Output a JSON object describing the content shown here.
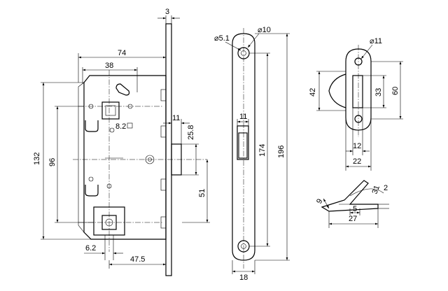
{
  "dimensions": {
    "top_thickness": "3",
    "width_74": "74",
    "width_38": "38",
    "height_132": "132",
    "spacing_96": "96",
    "small_82": "8.2",
    "width_11": "11",
    "height_258": "25.8",
    "dist_51": "51",
    "offset_62": "6.2",
    "backset_475": "47.5",
    "hole_51": "⌀5.1",
    "hole_10": "⌀10",
    "faceplate_174": "174",
    "faceplate_196": "196",
    "faceplate_18": "18",
    "window_11": "11",
    "strike_hole_11": "⌀11",
    "strike_42": "42",
    "strike_33": "33",
    "strike_60": "60",
    "strike_12": "12",
    "strike_22": "22",
    "sec_9": "9",
    "sec_31": "31",
    "sec_2": "2",
    "sec_5": "5",
    "sec_27": "27"
  }
}
